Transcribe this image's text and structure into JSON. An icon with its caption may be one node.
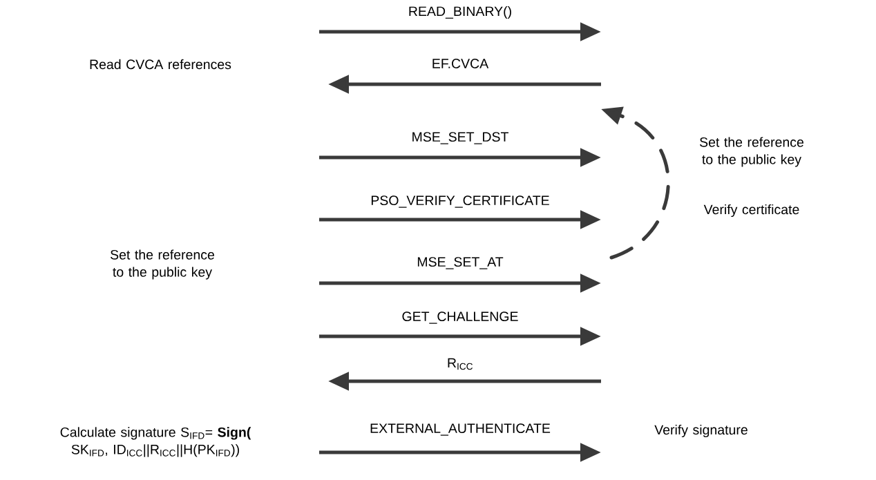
{
  "diagram": {
    "labels": [
      "READ_BINARY()",
      "Read CVCA references",
      "EF.CVCA",
      "MSE_SET_DST",
      "Set the reference to the public key",
      "PSO_VERIFY_CERTIFICATE",
      "Verify certificate",
      "Set the reference to the public key",
      "MSE_SET_AT",
      "GET_CHALLENGE",
      "R$_{ICC}$",
      "Calculate signature S$_{IFD}$= **Sign(** SK$_{IFD}$, ID$_{ICC}$||R$_{ICC}$||H(PK$_{IFD}$))",
      "EXTERNAL_AUTHENTICATE",
      "Verify signature"
    ]
  }
}
